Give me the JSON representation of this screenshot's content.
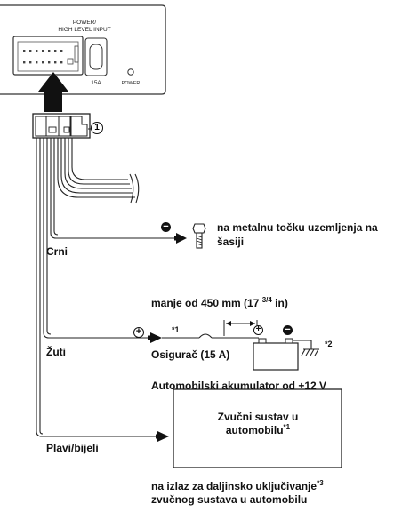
{
  "unit": {
    "connector_label": "POWER/\nHIGH LEVEL INPUT",
    "connector_label_line1": "POWER/",
    "connector_label_line2": "HIGH LEVEL INPUT",
    "fuse_label": "15A",
    "power_label": "POWER"
  },
  "callout": {
    "number": "1"
  },
  "black_wire": {
    "color_label": "Crni",
    "symbol": "−",
    "destination": "na metalnu točku uzemljenja na šasiji",
    "destination_line1": "na metalnu točku uzemljenja na",
    "destination_line2": "šasiji"
  },
  "yellow_wire": {
    "color_label": "Žuti",
    "symbol": "+",
    "note_1": "*1",
    "fuse_label": "Osigurač (15 A)",
    "distance_label": "manje od 450 mm (17 3/4 in)",
    "distance_main": "manje od 450 mm (17 ",
    "distance_frac": "3/4",
    "distance_end": " in)",
    "battery_plus": "+",
    "battery_minus": "−",
    "ground_note": "*2",
    "battery_label": "Automobilski akumulator od +12 V"
  },
  "blue_wire": {
    "color_label": "Plavi/bijeli",
    "box_text": "Zvučni sustav u automobilu*1",
    "box_line1": "Zvučni sustav u",
    "box_line2_main": "automobilu",
    "box_line2_sup": "*1",
    "destination": "na izlaz za daljinsko uključivanje*3 zvučnog sustava u automobilu",
    "destination_line1_main": "na izlaz za daljinsko uključivanje",
    "destination_line1_sup": "*3",
    "destination_line2": "zvučnog sustava u automobilu"
  }
}
